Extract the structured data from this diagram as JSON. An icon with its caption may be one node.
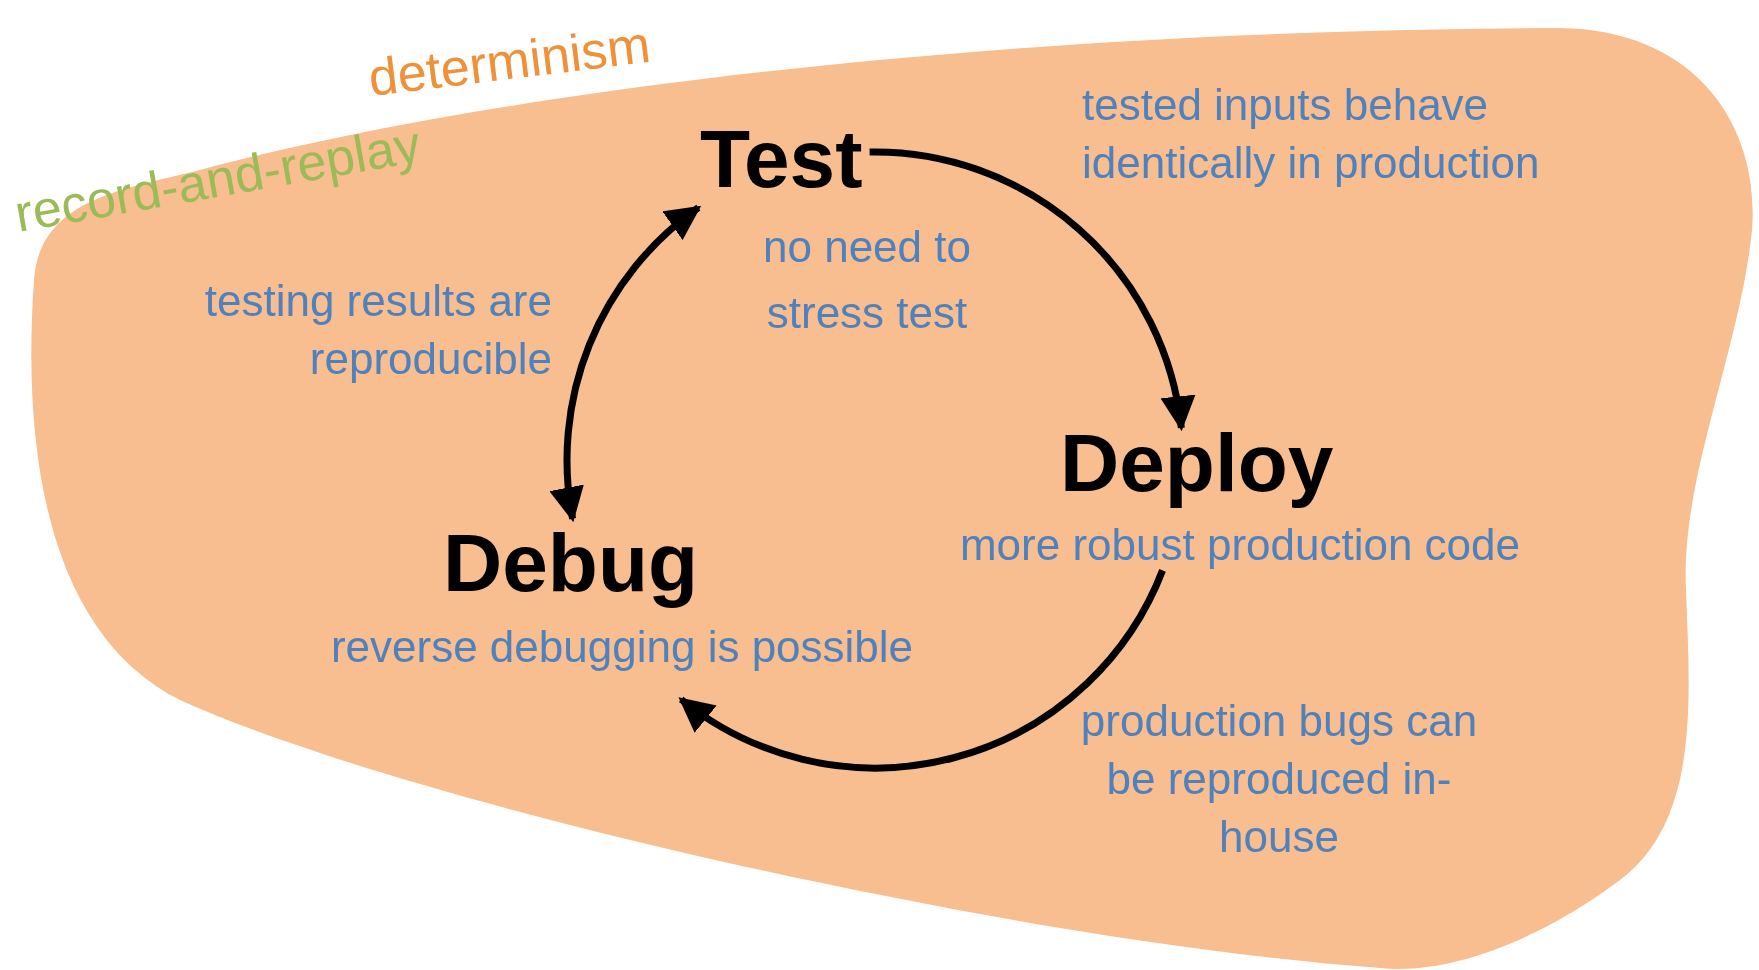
{
  "diagram": {
    "nodes": [
      {
        "text": [
          "Test"
        ],
        "beside": [
          "no need to stress test"
        ]
      },
      {
        "text": [
          "Deploy"
        ],
        "beside": [
          "more robust production code"
        ]
      },
      {
        "text": [
          "Debug"
        ],
        "beside": [
          "reverse debugging is possible"
        ]
      }
    ],
    "edges": [
      {
        "from": 0,
        "to": 1,
        "arrow": "to",
        "label": "tested inputs behave identically in production"
      },
      {
        "from": 1,
        "to": 2,
        "arrow": "to",
        "label": "production bugs can be reproduced in-house"
      },
      {
        "from": 2,
        "to": 0,
        "arrow": "both",
        "label": "testing results are reproducible"
      }
    ],
    "labels": [
      "record-and-replay",
      "determinism"
    ]
  }
}
